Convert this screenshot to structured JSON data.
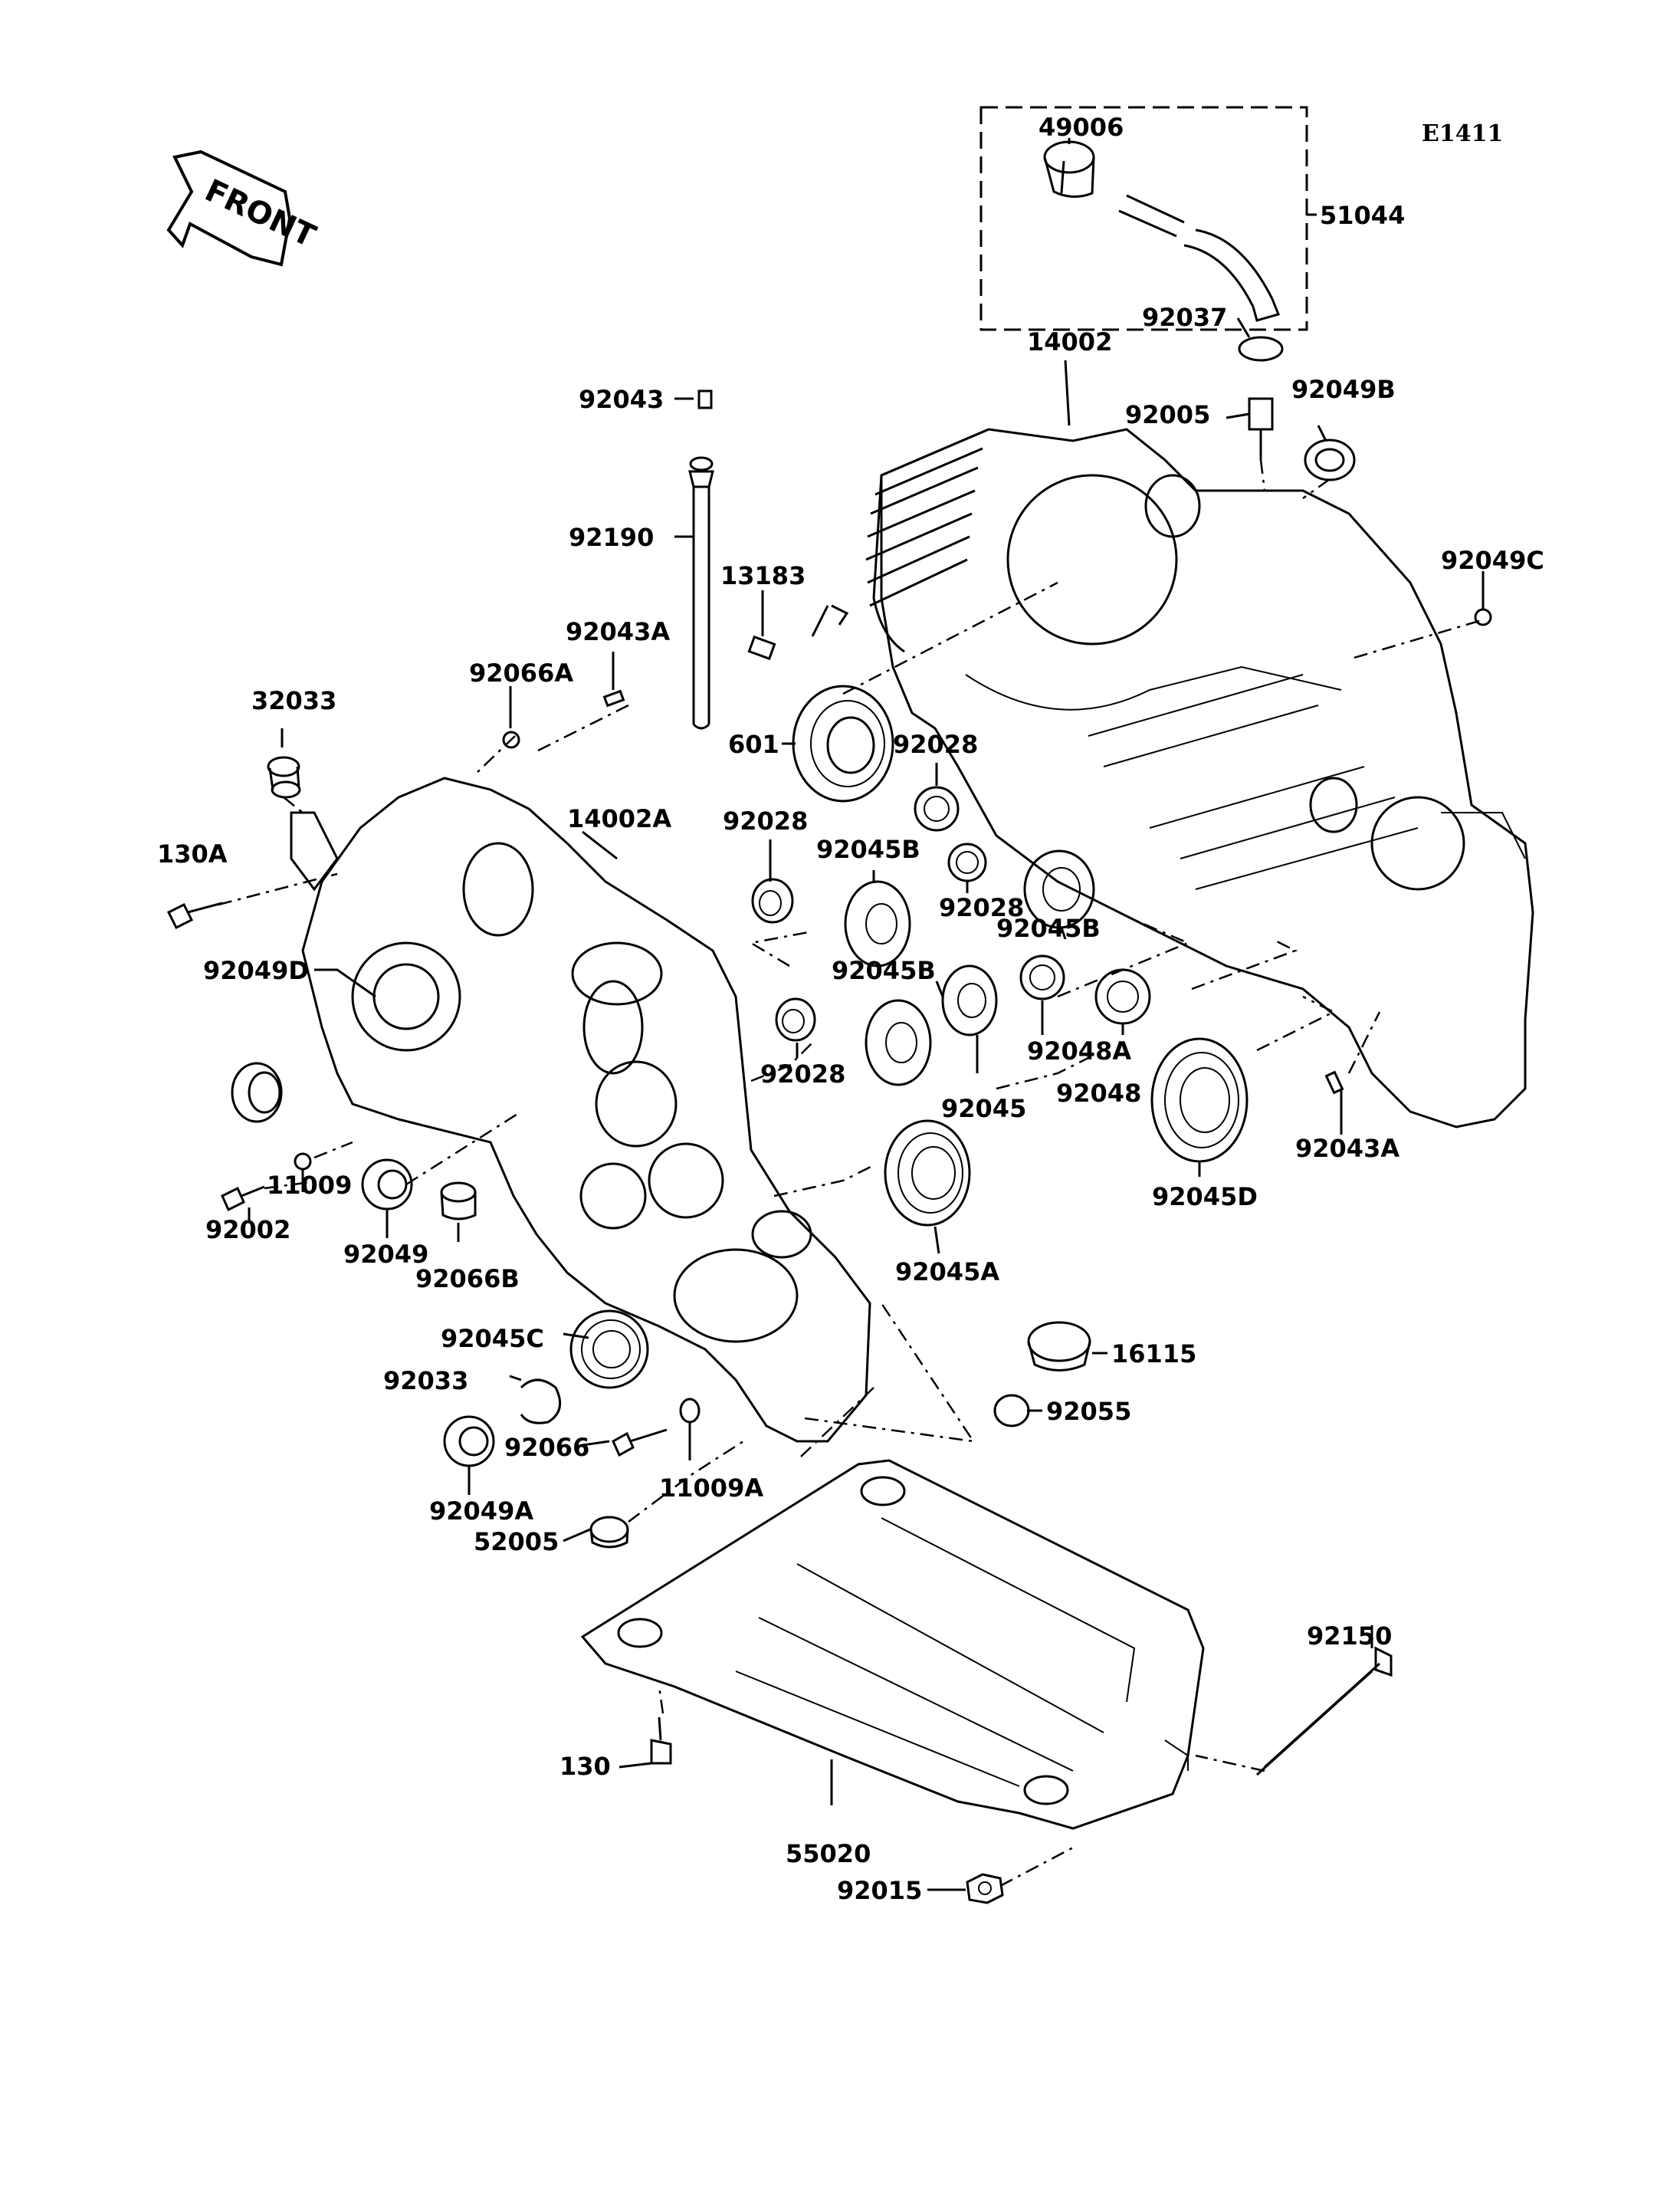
{
  "diagram": {
    "code": "E1411",
    "front_arrow_label": "FRONT",
    "callouts": {
      "c49006": "49006",
      "c51044": "51044",
      "c92037": "92037",
      "c14002": "14002",
      "c92005": "92005",
      "c92049B": "92049B",
      "c92043": "92043",
      "c92190": "92190",
      "c13183": "13183",
      "c92049C": "92049C",
      "c92043A_top": "92043A",
      "c92066A": "92066A",
      "c32033": "32033",
      "c601": "601",
      "c92028_a": "92028",
      "c14002A": "14002A",
      "c92028_b": "92028",
      "c92045B_a": "92045B",
      "c130A": "130A",
      "c92028_c": "92028",
      "c92045B_b": "92045B",
      "c92049D": "92049D",
      "c92045B_c": "92045B",
      "c92048A": "92048A",
      "c92028_d": "92028",
      "c92048": "92048",
      "c92045": "92045",
      "c92043A_right": "92043A",
      "c11009": "11009",
      "c92002": "92002",
      "c92045D": "92045D",
      "c92049": "92049",
      "c92066B": "92066B",
      "c92045A": "92045A",
      "c92045C": "92045C",
      "c16115": "16115",
      "c92033": "92033",
      "c92055": "92055",
      "c92066": "92066",
      "c11009A": "11009A",
      "c92049A": "92049A",
      "c52005": "52005",
      "c92150": "92150",
      "c130": "130",
      "c55020": "55020",
      "c92015": "92015"
    }
  }
}
